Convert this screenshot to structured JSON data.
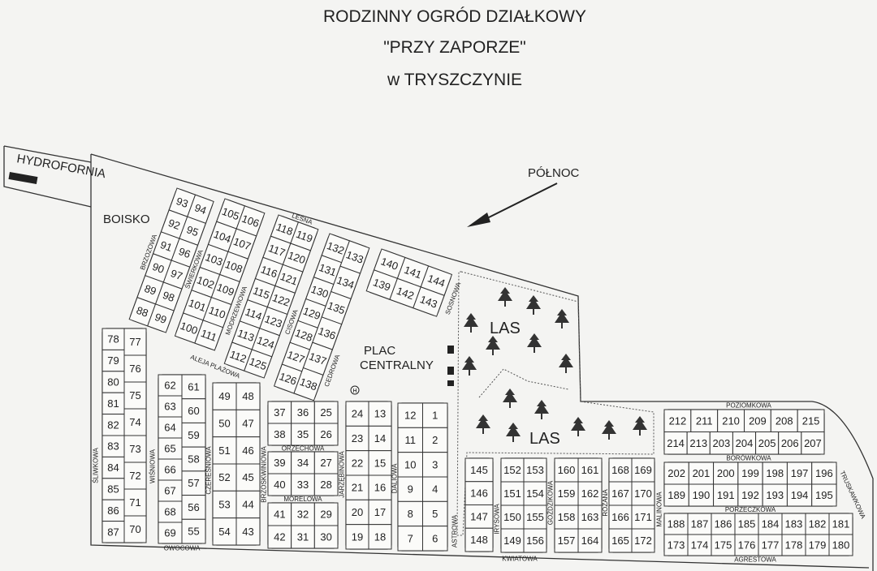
{
  "title": [
    "RODZINNY OGRÓD DZIAŁKOWY",
    "\"PRZY ZAPORZE\"",
    "w TRYSZCZYNIE"
  ],
  "labels": {
    "hydrofornia": "HYDROFORNIA",
    "boisko": "BOISKO",
    "north": "PÓŁNOC",
    "plac_line1": "PLAC",
    "plac_line2": "CENTRALNY",
    "forest1": "LAS",
    "forest2": "LAS",
    "helipad": "H"
  },
  "streets": {
    "brzozowa": "BRZOZOWA",
    "swierkowa": "ŚWIERKOWA",
    "modrzewiowa": "MODRZEWIOWA",
    "cisowa": "CISOWA",
    "cedrowa": "CEDROWA",
    "lesna": "LEŚNA",
    "sosnowa": "SOSNOWA",
    "aleja_plazowa": "ALEJA PLAŻOWA",
    "sliwkowa": "ŚLIWKOWA",
    "wisniowa": "WIŚNIOWA",
    "czeresniowa": "CZEREŚNIOWA",
    "brzoskwiniowa": "BRZOSKWINIOWA",
    "orzechowa": "ORZECHOWA",
    "morelowa": "MORELOWA",
    "jarzebinowa": "JARZĘBINOWA",
    "daliowa": "DALIOWA",
    "astrowa": "ASTROWA",
    "irysowa": "IRYSOWA",
    "gozdzikowa": "GOŹDZIKOWA",
    "rozana": "RÓŻANA",
    "malinowa": "MALINOWA",
    "kwiatowa": "KWIATOWA",
    "owocowa": "OWOCOWA",
    "poziomkowa": "POZIOMKOWA",
    "borowkowa": "BORÓWKOWA",
    "porzeczkowa": "PORZECZKOWA",
    "agrestowa": "AGRESTOWA",
    "truskawkowa": "TRUSKAWKOWA"
  },
  "blocks": {
    "b88": {
      "cols": [
        [
          "93",
          "92",
          "91",
          "90",
          "89",
          "88"
        ],
        [
          "94",
          "95",
          "96",
          "97",
          "98",
          "99"
        ]
      ]
    },
    "b100": {
      "cols": [
        [
          "105",
          "104",
          "103",
          "102",
          "101",
          "100"
        ],
        [
          "106",
          "107",
          "108",
          "109",
          "110",
          "111"
        ]
      ]
    },
    "b112": {
      "cols": [
        [
          "118",
          "117",
          "116",
          "115",
          "114",
          "113",
          "112"
        ],
        [
          "119",
          "120",
          "121",
          "122",
          "123",
          "124",
          "125"
        ]
      ]
    },
    "b126": {
      "cols": [
        [
          "132",
          "131",
          "130",
          "129",
          "128",
          "127",
          "126"
        ],
        [
          "133",
          "134",
          "135",
          "136",
          "137",
          "138"
        ]
      ]
    },
    "b139": {
      "cols": [
        [
          "140",
          "139"
        ],
        [
          "141",
          "142"
        ],
        [
          "144",
          "143"
        ]
      ]
    },
    "b70": {
      "cols": [
        [
          "78",
          "79",
          "80",
          "81",
          "82",
          "83",
          "84",
          "85",
          "86",
          "87"
        ],
        [
          "77",
          "76",
          "75",
          "74",
          "73",
          "72",
          "71",
          "70"
        ]
      ]
    },
    "b55": {
      "cols": [
        [
          "62",
          "63",
          "64",
          "65",
          "66",
          "67",
          "68",
          "69"
        ],
        [
          "61",
          "60",
          "59",
          "58",
          "57",
          "56",
          "55"
        ]
      ]
    },
    "b43": {
      "cols": [
        [
          "49",
          "50",
          "51",
          "52",
          "53",
          "54"
        ],
        [
          "48",
          "47",
          "46",
          "45",
          "44",
          "43"
        ]
      ]
    },
    "b25": {
      "rows": [
        [
          "37",
          "36",
          "25"
        ],
        [
          "38",
          "35",
          "26"
        ]
      ]
    },
    "b27": {
      "rows": [
        [
          "39",
          "34",
          "27"
        ],
        [
          "40",
          "33",
          "28"
        ]
      ]
    },
    "b29": {
      "rows": [
        [
          "41",
          "32",
          "29"
        ],
        [
          "42",
          "31",
          "30"
        ]
      ]
    },
    "b13": {
      "cols": [
        [
          "24",
          "23",
          "22",
          "21",
          "20",
          "19"
        ],
        [
          "13",
          "14",
          "15",
          "16",
          "17",
          "18"
        ]
      ]
    },
    "b1": {
      "cols": [
        [
          "12",
          "11",
          "10",
          "9",
          "8",
          "7"
        ],
        [
          "1",
          "2",
          "3",
          "4",
          "5",
          "6"
        ]
      ]
    },
    "b145": {
      "cols": [
        [
          "145",
          "146",
          "147",
          "148"
        ]
      ]
    },
    "b149": {
      "cols": [
        [
          "152",
          "151",
          "150",
          "149"
        ],
        [
          "153",
          "154",
          "155",
          "156"
        ]
      ]
    },
    "b157": {
      "cols": [
        [
          "160",
          "159",
          "158",
          "157"
        ],
        [
          "161",
          "162",
          "163",
          "164"
        ]
      ]
    },
    "b165": {
      "cols": [
        [
          "168",
          "167",
          "166",
          "165"
        ],
        [
          "169",
          "170",
          "171",
          "172"
        ]
      ]
    },
    "b203": {
      "rows": [
        [
          "212",
          "211",
          "210",
          "209",
          "208",
          "215"
        ],
        [
          "214",
          "213",
          "203",
          "204",
          "205",
          "206",
          "207"
        ]
      ]
    },
    "b189": {
      "rows": [
        [
          "202",
          "201",
          "200",
          "199",
          "198",
          "197",
          "196"
        ],
        [
          "189",
          "190",
          "191",
          "192",
          "193",
          "194",
          "195"
        ]
      ]
    },
    "b173": {
      "rows": [
        [
          "188",
          "187",
          "186",
          "185",
          "184",
          "183",
          "182",
          "181"
        ],
        [
          "173",
          "174",
          "175",
          "176",
          "177",
          "178",
          "179",
          "180"
        ]
      ]
    }
  },
  "colors": {
    "ink": "#222222",
    "paper": "#f4f4f2"
  }
}
